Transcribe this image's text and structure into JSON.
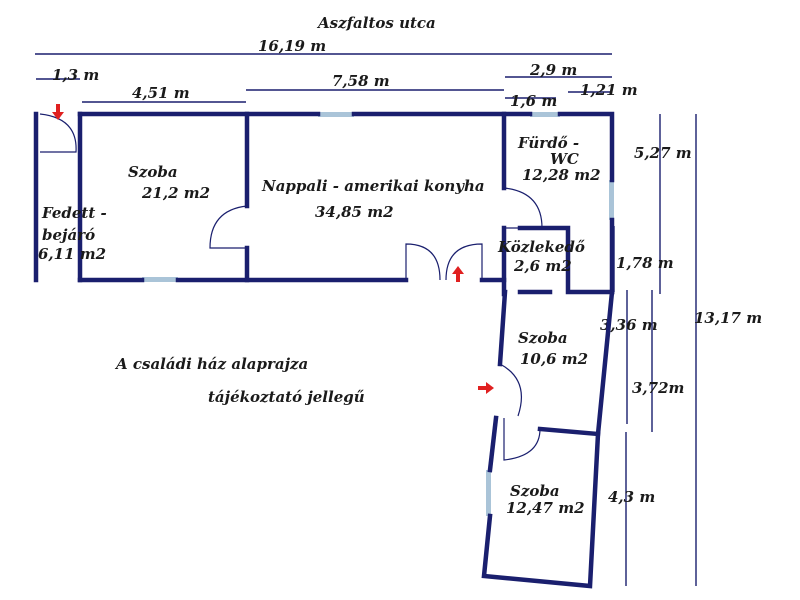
{
  "street": "Aszfaltos utca",
  "dimensions": {
    "total_width": "16,19 m",
    "entry_width": "1,3 m",
    "room1_width": "4,51 m",
    "living_width": "7,58 m",
    "bath_width": "2,9 m",
    "bath_part": "1,6 m",
    "bath_side": "1,21 m",
    "bath_height": "5,27 m",
    "corridor_height": "1,78 m",
    "total_height": "13,17 m",
    "room3_height": "3,36 m",
    "room3_height2": "3,72m",
    "room4_height": "4,3 m"
  },
  "rooms": {
    "room1_name": "Szoba",
    "room1_area": "21,2 m2",
    "living_name": "Nappali - amerikai konyha",
    "living_area": "34,85 m2",
    "bath_name_1": "Fürdő -",
    "bath_name_2": "WC",
    "bath_area": "12,28 m2",
    "entry_name_1": "Fedett -",
    "entry_name_2": "bejáró",
    "entry_area": "6,11 m2",
    "corridor_name": "Közlekedő",
    "corridor_area": "2,6 m2",
    "room3_name": "Szoba",
    "room3_area": "10,6 m2",
    "room4_name": "Szoba",
    "room4_area": "12,47 m2"
  },
  "caption": {
    "line1": "A családi ház alaprajza",
    "line2": "tájékoztató jellegű"
  },
  "colors": {
    "wall": "#1a1f6e",
    "window": "#aac4d8",
    "arrow": "#e02020"
  },
  "icons": [
    "entry-arrow-icon",
    "exit-arrow-icon",
    "side-arrow-icon"
  ]
}
